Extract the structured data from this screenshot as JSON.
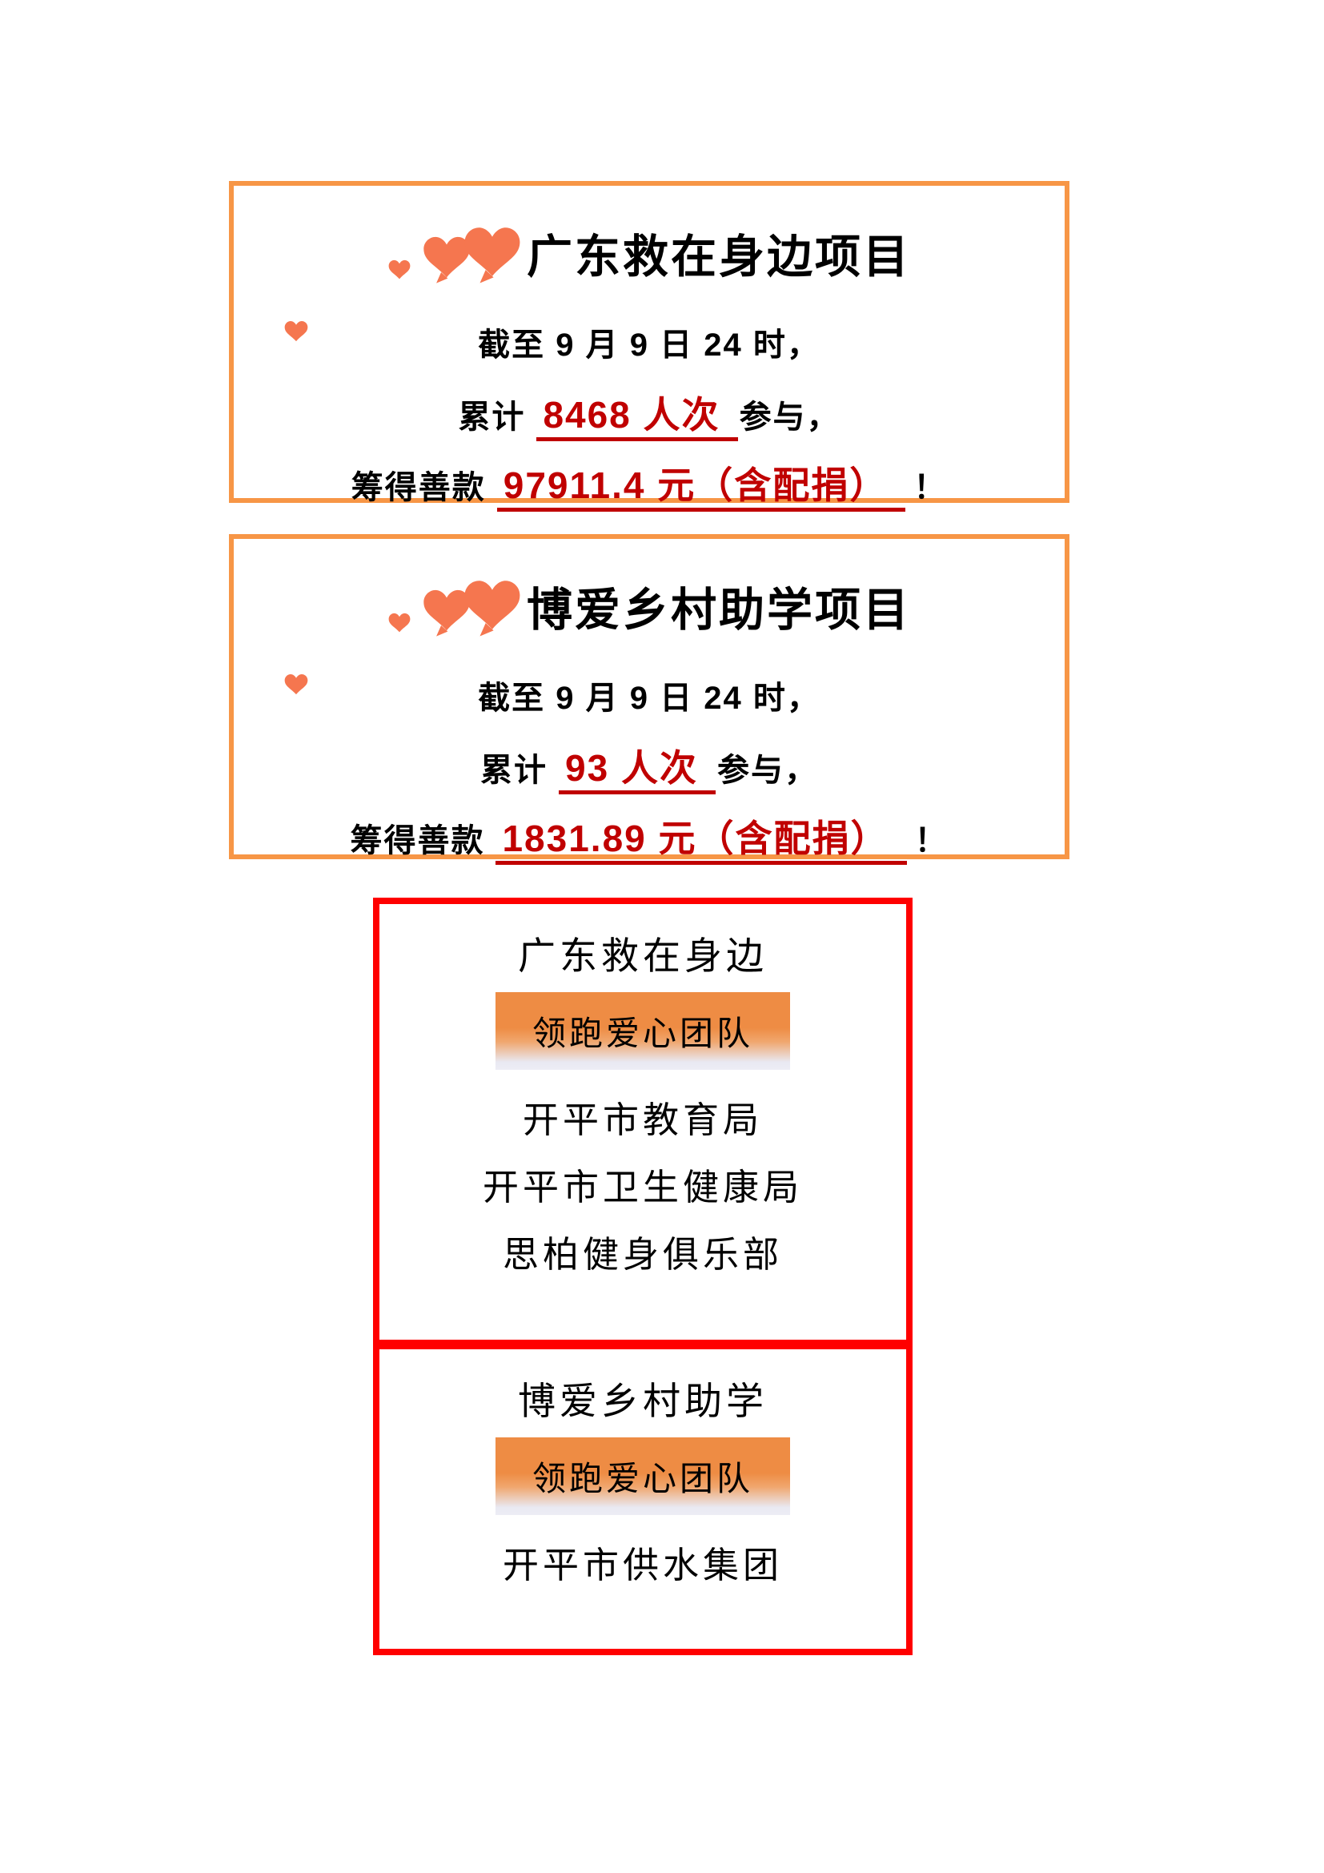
{
  "colors": {
    "orange_border": "#F79646",
    "red_border": "#FF0000",
    "stat_red": "#C00000",
    "heart_coral": "#F5764F",
    "button_gradient_top": "#EE8C44",
    "button_gradient_bottom": "#EDEDF5"
  },
  "icons": {
    "heart": "heart-icon"
  },
  "project_cards": [
    {
      "title": "广东救在身边项目",
      "date_line": "截至 9 月 9 日 24 时，",
      "cumulative_prefix": "累计",
      "participants_value": "8468 人次",
      "participants_suffix": "参与，",
      "funds_prefix": "筹得善款",
      "funds_value": "97911.4 元（含配捐）",
      "exclamation": "！"
    },
    {
      "title": "博爱乡村助学项目",
      "date_line": "截至 9 月 9 日 24 时，",
      "cumulative_prefix": "累计",
      "participants_value": "93 人次",
      "participants_suffix": "参与，",
      "funds_prefix": "筹得善款",
      "funds_value": "1831.89 元（含配捐）",
      "exclamation": "！"
    }
  ],
  "team_cards": [
    {
      "title": "广东救在身边",
      "button_label": "领跑爱心团队",
      "members": [
        "开平市教育局",
        "开平市卫生健康局",
        "思柏健身俱乐部"
      ]
    },
    {
      "title": "博爱乡村助学",
      "button_label": "领跑爱心团队",
      "members": [
        "开平市供水集团"
      ]
    }
  ]
}
